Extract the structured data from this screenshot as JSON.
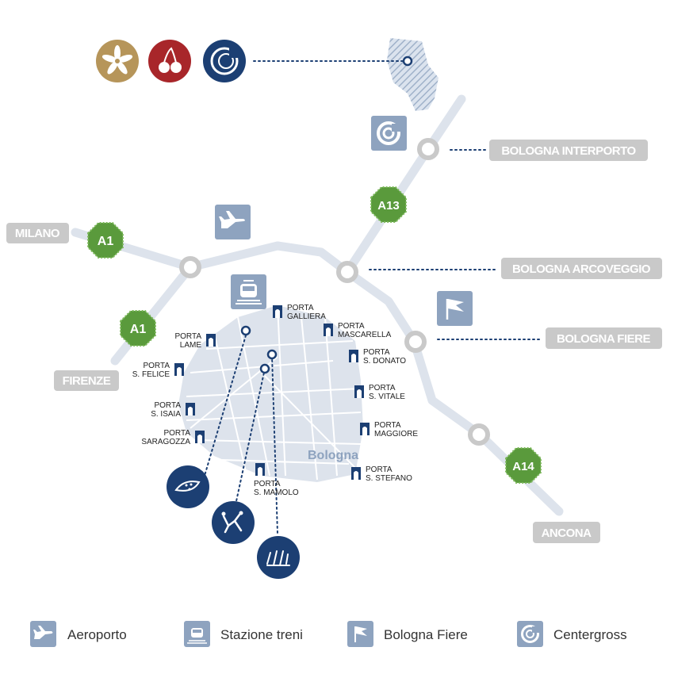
{
  "city_label": "Bologna",
  "destinations": {
    "milano": "MILANO",
    "firenze": "FIRENZE",
    "interporto": "BOLOGNA INTERPORTO",
    "arcoveggio": "BOLOGNA ARCOVEGGIO",
    "fiere": "BOLOGNA FIERE",
    "ancona": "ANCONA"
  },
  "highways": {
    "a1_north": "A1",
    "a1_south": "A1",
    "a13": "A13",
    "a14": "A14"
  },
  "porte": {
    "galliera": [
      "PORTA",
      "GALLIERA"
    ],
    "mascarella": [
      "PORTA",
      "MASCARELLA"
    ],
    "donato": [
      "PORTA",
      "S. DONATO"
    ],
    "vitale": [
      "PORTA",
      "S. VITALE"
    ],
    "maggiore": [
      "PORTA",
      "MAGGIORE"
    ],
    "stefano": [
      "PORTA",
      "S. STEFANO"
    ],
    "mamolo": [
      "PORTA",
      "S. MAMOLO"
    ],
    "saragozza": [
      "PORTA",
      "SARAGOZZA"
    ],
    "isaia": [
      "PORTA",
      "S. ISAIA"
    ],
    "felice": [
      "PORTA",
      "S. FELICE"
    ],
    "lame": [
      "PORTA",
      "LAME"
    ]
  },
  "legend": {
    "airport": "Aeroporto",
    "train": "Stazione treni",
    "fair": "Bologna Fiere",
    "centergross": "Centergross"
  },
  "colors": {
    "road": "#dde3ec",
    "city": "#dde3ec",
    "navy": "#1c3f73",
    "gray_label": "#c9c9c9",
    "green": "#5a9a3c",
    "gold": "#b6955a",
    "red": "#a8262a",
    "icon_box": "#8ea3bf"
  }
}
